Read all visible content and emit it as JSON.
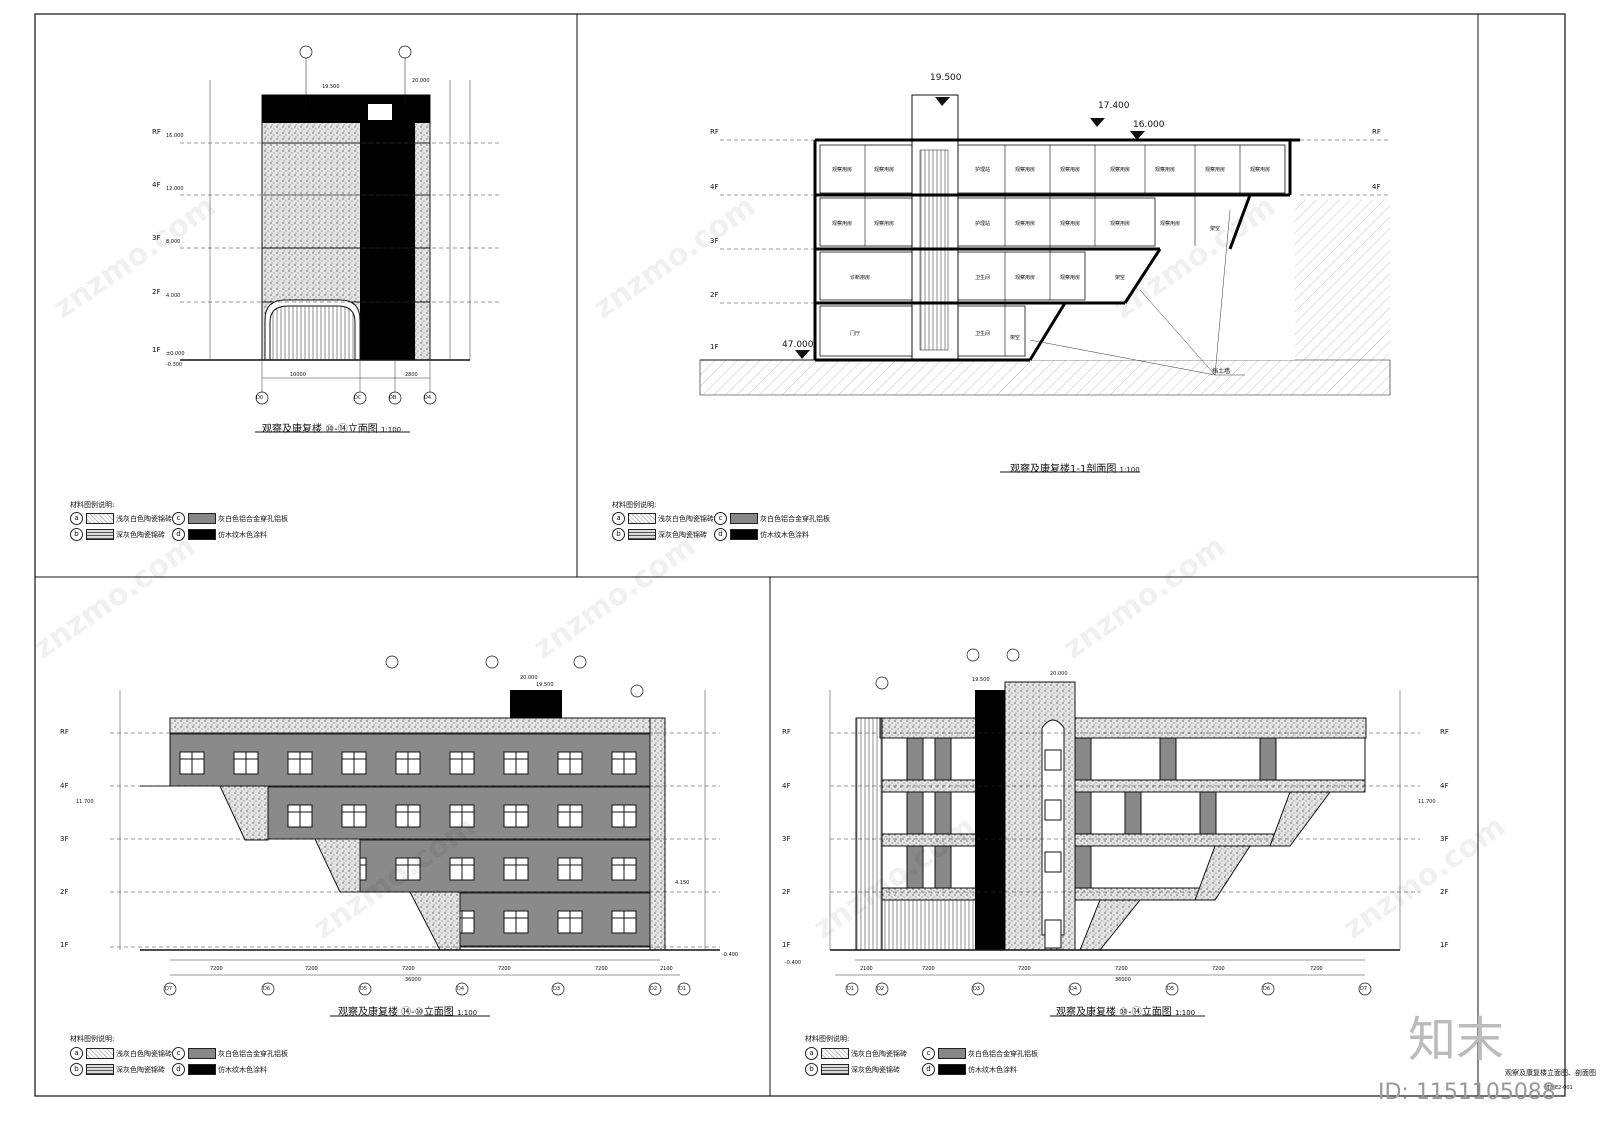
{
  "titles": {
    "elev_top": "观察及康复楼 ⑩-⑭立面图",
    "elev_top_scale": "1:100",
    "section": "观察及康复楼1-1剖面图",
    "section_scale": "1:100",
    "elev_bottom_left": "观察及康复楼 ⑭-⑩立面图",
    "elev_bottom_left_scale": "1:100",
    "elev_bottom_right": "观察及康复楼 ⑩-⑭立面图",
    "elev_bottom_right_scale": "1:100",
    "sheet_title": "观察及康复楼立面图、剖面图",
    "sheet_no": "建施E2-001"
  },
  "legend": {
    "heading": "材料图例说明:",
    "items": [
      {
        "key": "a",
        "text": "浅灰白色陶瓷锦砖"
      },
      {
        "key": "b",
        "text": "深灰色陶瓷锦砖"
      },
      {
        "key": "c",
        "text": "灰白色铝合金穿孔铝板"
      },
      {
        "key": "d",
        "text": "仿木纹木色涂料"
      }
    ]
  },
  "levels": {
    "rf": "RF",
    "f4": "4F",
    "f3": "3F",
    "f2": "2F",
    "f1": "1F",
    "rf_val": "16.000",
    "f4_val": "12.000",
    "f3_val": "8.000",
    "f2_val": "4.000",
    "f1_val": "±0.000",
    "below": "-0.300",
    "below2": "-0.400",
    "top1": "19.500",
    "top2": "20.000",
    "mid": "11.700"
  },
  "section": {
    "elev_19500": "19.500",
    "elev_17400": "17.400",
    "elev_16000": "16.000",
    "elev_47000": "47.000",
    "retaining_wall": "挡土墙",
    "rooms": {
      "ward": "观察用房",
      "nurse": "护理站",
      "wc": "卫生间",
      "void": "架空",
      "lobby": "门厅",
      "treat": "诊断用房"
    }
  },
  "axes": {
    "top_left": [
      "D0",
      "DC",
      "DB",
      "D4"
    ],
    "top_left_dims": [
      "10000",
      "2800"
    ],
    "bottom_left": [
      "D7",
      "D6",
      "D5",
      "D4",
      "D3",
      "D2",
      "D1"
    ],
    "bottom_right": [
      "D1",
      "D2",
      "D3",
      "D4",
      "D5",
      "D6",
      "D7"
    ],
    "bay": "7200",
    "end_bay": "2100",
    "total": "36000",
    "bl_note": "4.150"
  },
  "brand": {
    "logo": "知末",
    "id": "ID: 1151105088",
    "watermark": "znzmo.com"
  }
}
